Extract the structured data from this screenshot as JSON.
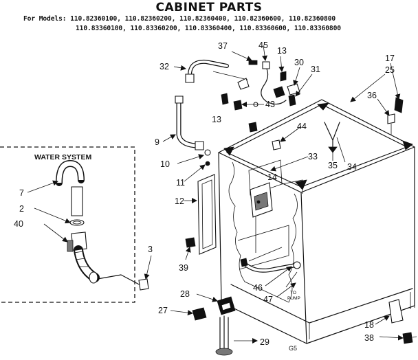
{
  "title": "CABINET PARTS",
  "models_line_1": "For Models: 110.82360100, 110.82360200, 110.82360400, 110.82360600, 110.82360800",
  "models_line_2": "110.83360100, 110.83360200, 110.83360400, 110.83360600, 110.83360800",
  "inset_label": "WATER SYSTEM",
  "pump_note": [
    "TO",
    "PUMP"
  ],
  "corner_code": "G5",
  "callouts": [
    "37",
    "45",
    "13",
    "30",
    "31",
    "17",
    "25",
    "32",
    "36",
    "43",
    "13",
    "44",
    "33",
    "35",
    "34",
    "9",
    "10",
    "14",
    "11",
    "12",
    "39",
    "7",
    "2",
    "40",
    "3",
    "28",
    "46",
    "47",
    "27",
    "18",
    "29",
    "38"
  ]
}
